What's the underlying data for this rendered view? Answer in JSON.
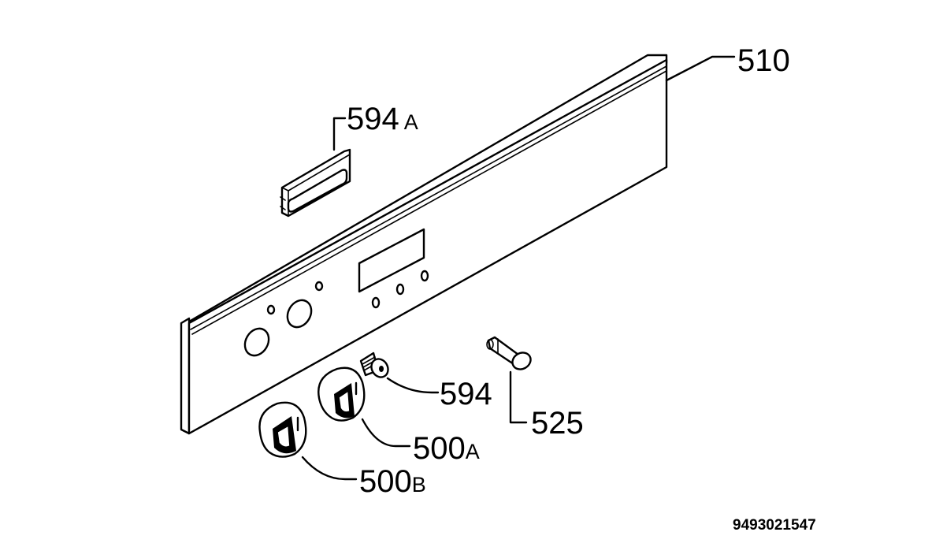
{
  "callouts": [
    {
      "id": "510",
      "number": "510",
      "suffix": ""
    },
    {
      "id": "594A",
      "number": "594",
      "suffix": "A"
    },
    {
      "id": "594",
      "number": "594",
      "suffix": ""
    },
    {
      "id": "525",
      "number": "525",
      "suffix": ""
    },
    {
      "id": "500A",
      "number": "500",
      "suffix": "A"
    },
    {
      "id": "500B",
      "number": "500",
      "suffix": "B"
    }
  ],
  "document_number": "9493021547",
  "colors": {
    "line": "#000000",
    "background": "#ffffff"
  }
}
